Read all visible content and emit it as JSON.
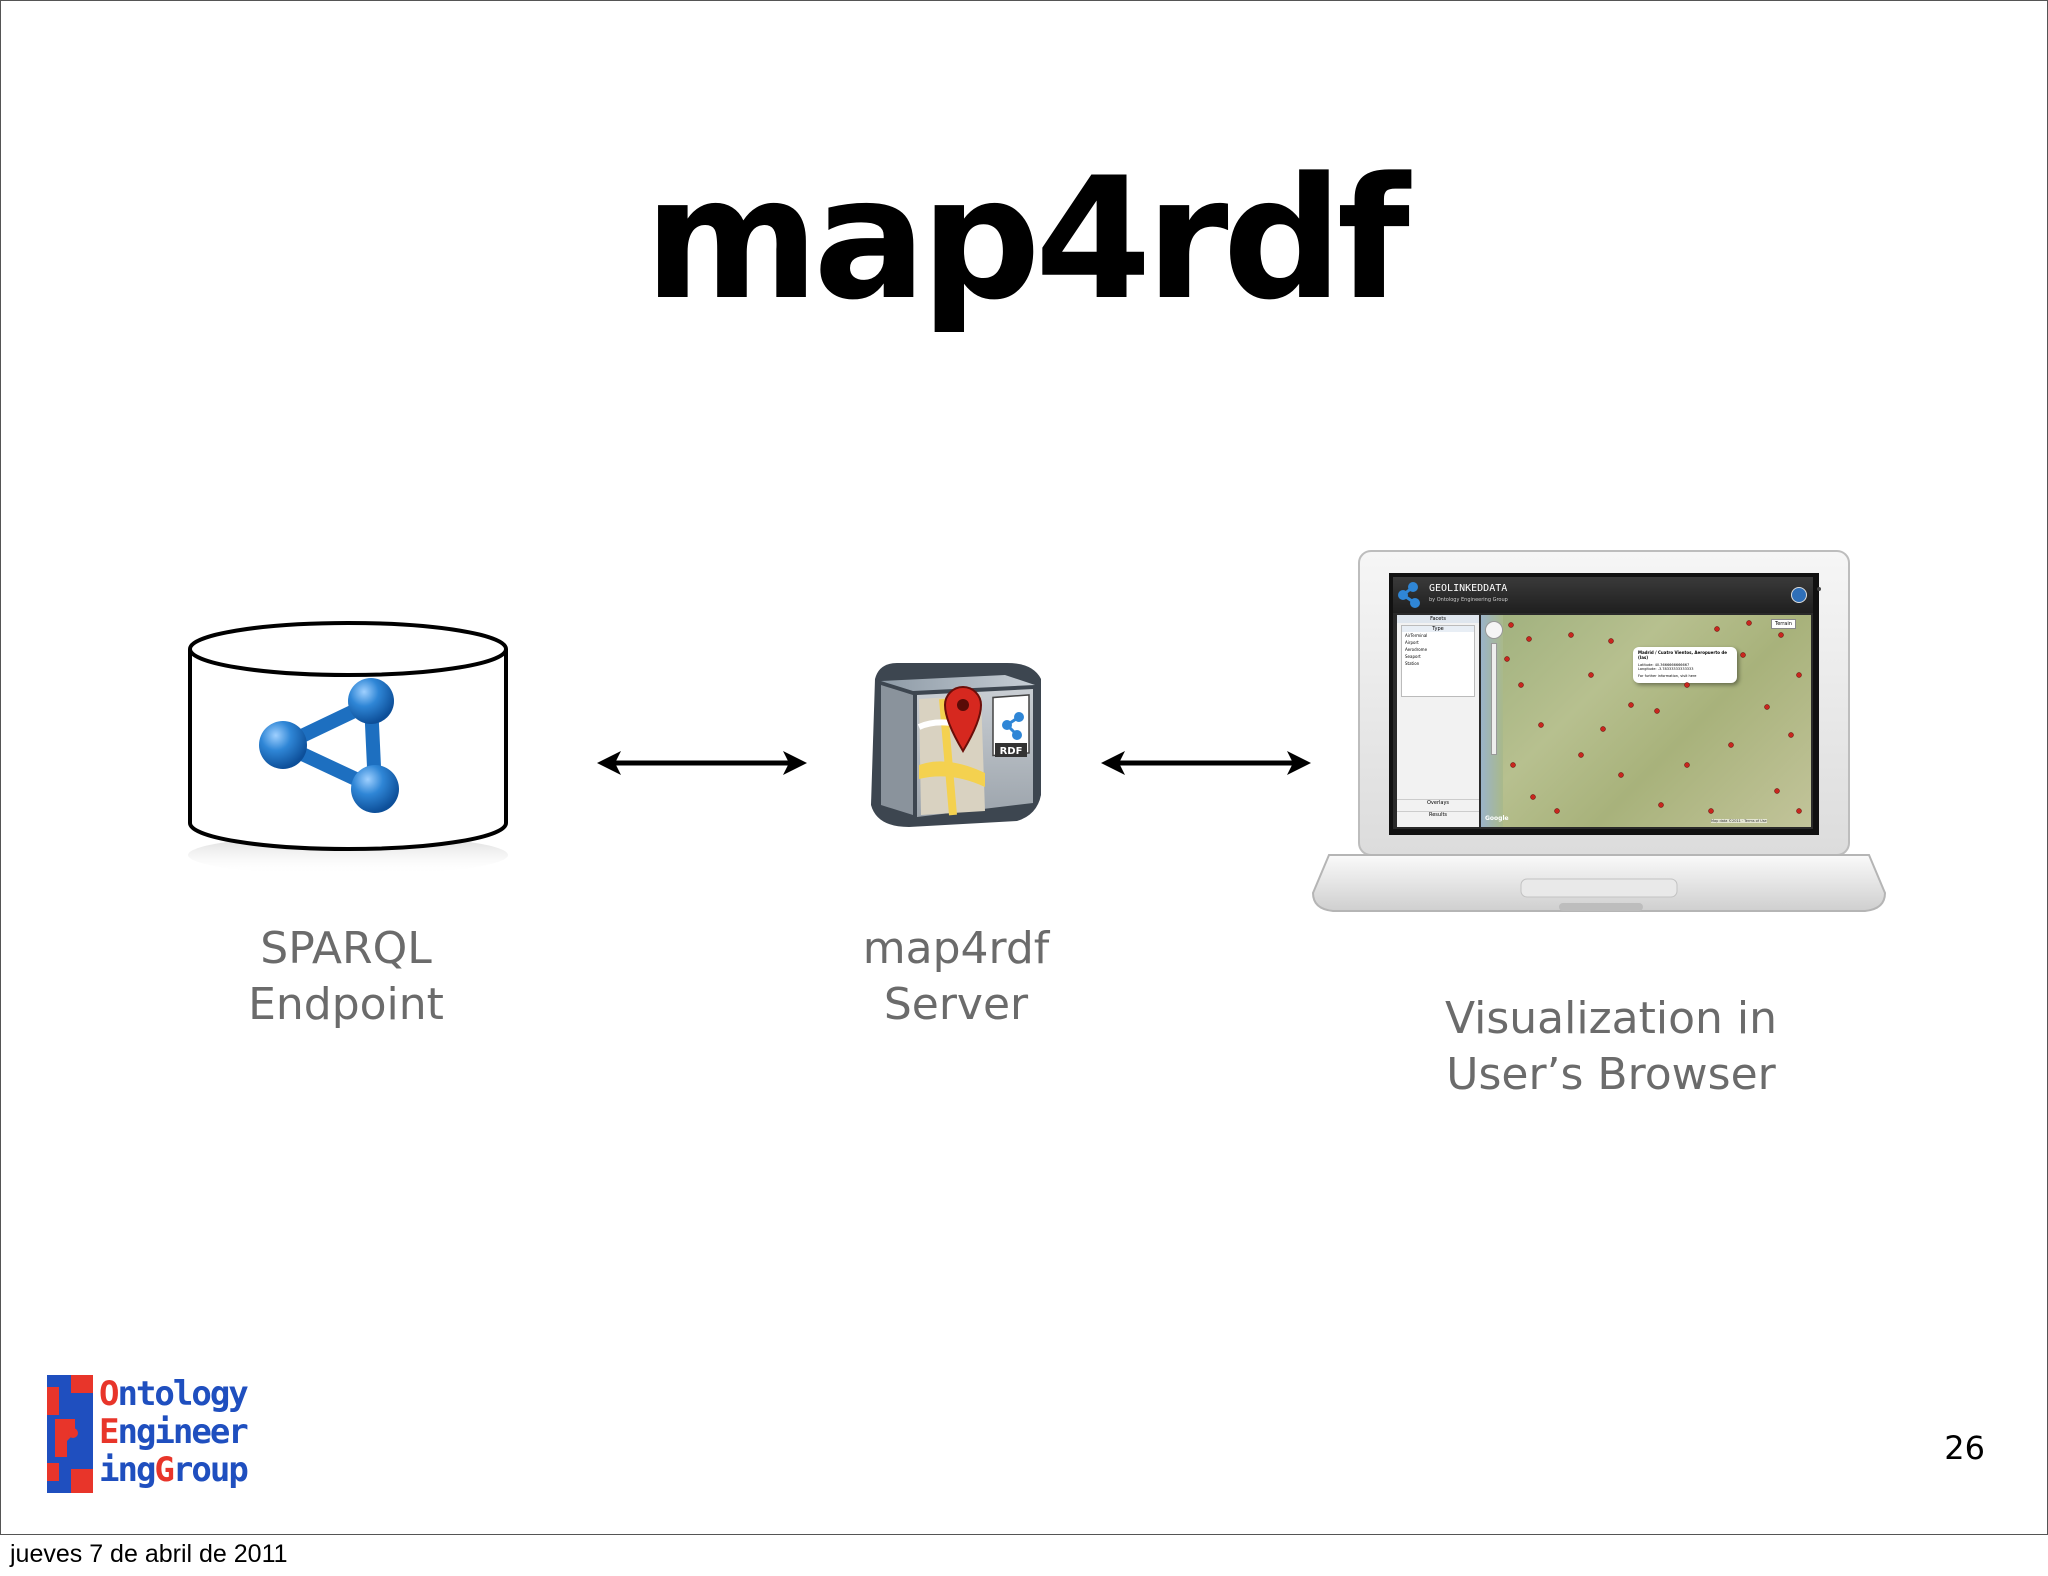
{
  "slide": {
    "title": "map4rdf",
    "page_number": "26",
    "footer_date": "jueves 7 de abril de 2011"
  },
  "nodes": [
    {
      "id": "sparql",
      "label_lines": [
        "SPARQL",
        "Endpoint"
      ],
      "icon": "database-cylinder-icon"
    },
    {
      "id": "server",
      "label_lines": [
        "map4rdf",
        "Server"
      ],
      "icon": "map4rdf-cube-icon"
    },
    {
      "id": "browser",
      "label_lines": [
        "Visualization in",
        "User’s Browser"
      ],
      "icon": "laptop-icon"
    }
  ],
  "edges": [
    {
      "from": "sparql",
      "to": "server",
      "style": "bidirectional-arrow"
    },
    {
      "from": "server",
      "to": "browser",
      "style": "bidirectional-arrow"
    }
  ],
  "laptop_screen": {
    "app_title": "GEOLINKEDDATA",
    "app_subtitle": "by Ontology Engineering Group",
    "facets_label": "Facets",
    "type_label": "Type",
    "overlays_label": "Overlays",
    "results_label": "Results",
    "map_type_label": "Terrain",
    "popup_title": "Madrid / Cuatro Vientos, Aeropuerto de (las)",
    "popup_line1": "Latitude: 40.3666666666667",
    "popup_line2": "Longitude: -3.78333333333333",
    "popup_line3": "For further information, visit here",
    "google_label": "Google",
    "map_credit": "Map data ©2011 · Terms of Use",
    "facet_items": [
      "AirTerminal",
      "Airport",
      "Aerodrome",
      "Seaport",
      "Station"
    ]
  },
  "logo": {
    "lines": [
      "Ontology",
      "Engineer",
      "ingGroup"
    ],
    "colors": {
      "red": "#e8352a",
      "blue": "#1f4fbf"
    }
  },
  "colors": {
    "rdf_blue": "#2f86d6",
    "label_gray": "#6b6b6b",
    "arrow": "#000000"
  }
}
